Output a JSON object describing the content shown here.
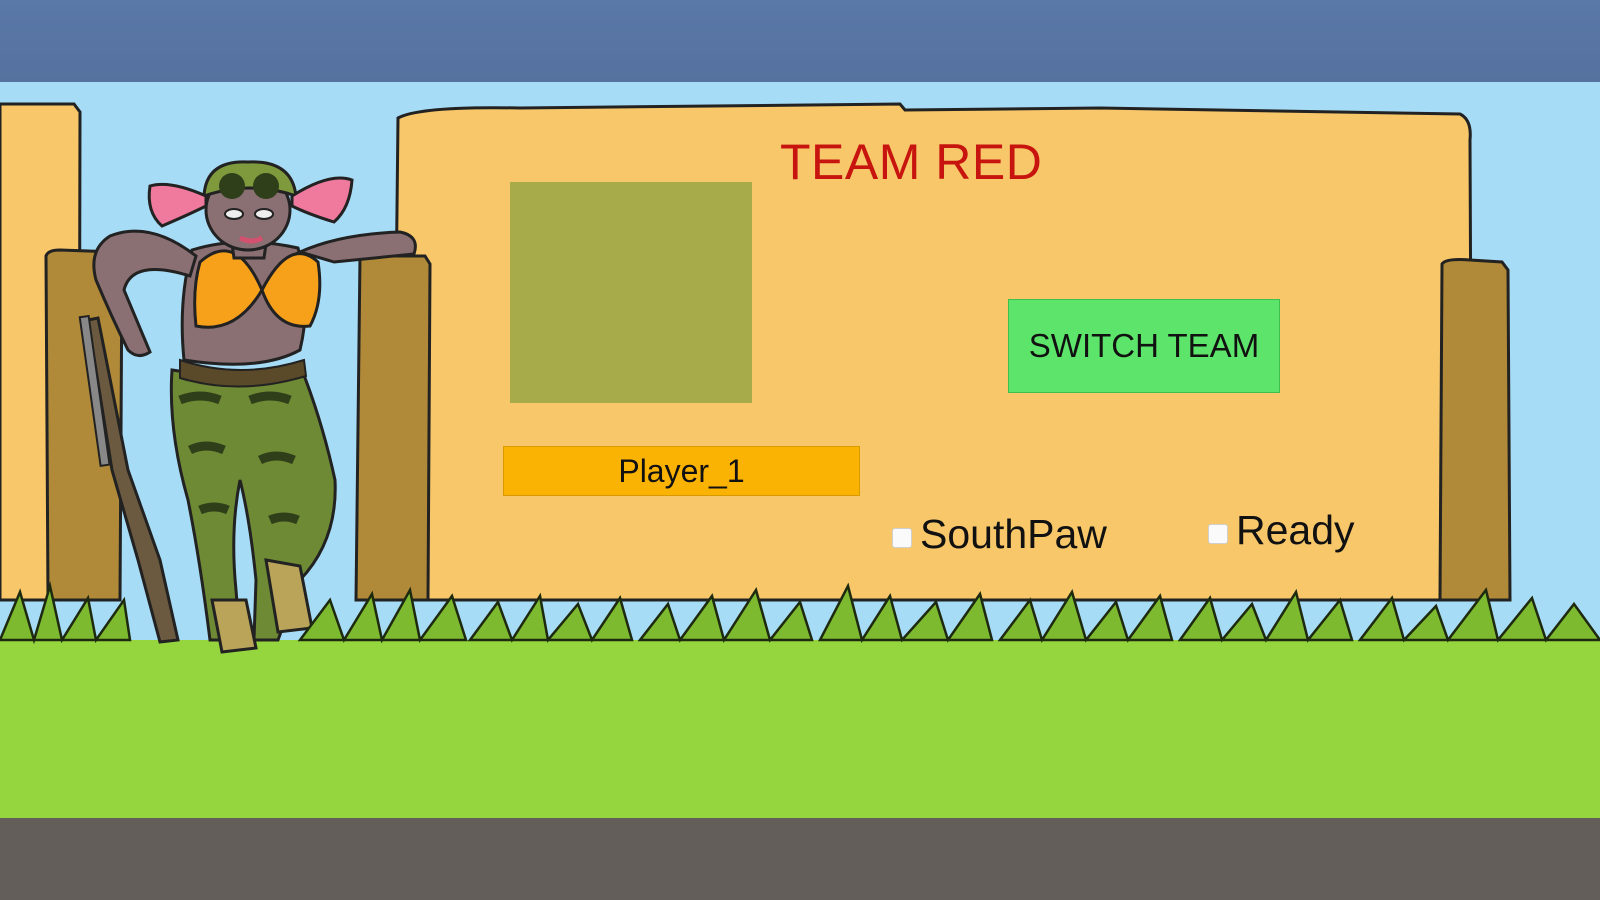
{
  "lobby": {
    "team_title": "TEAM RED",
    "switch_team_label": "SWITCH TEAM",
    "player_name": "Player_1",
    "southpaw_label": "SouthPaw",
    "southpaw_checked": false,
    "ready_label": "Ready",
    "ready_checked": false
  },
  "colors": {
    "team_title": "#c8140e",
    "board": "#f7c76a",
    "switch_button": "#5ce56a",
    "name_field": "#fbb303",
    "grass": "#95d63e",
    "sky": "#a7dcf6"
  },
  "icons": {
    "avatar": "goblin-head-icon",
    "mascot": "soldier-girl-illustration"
  }
}
